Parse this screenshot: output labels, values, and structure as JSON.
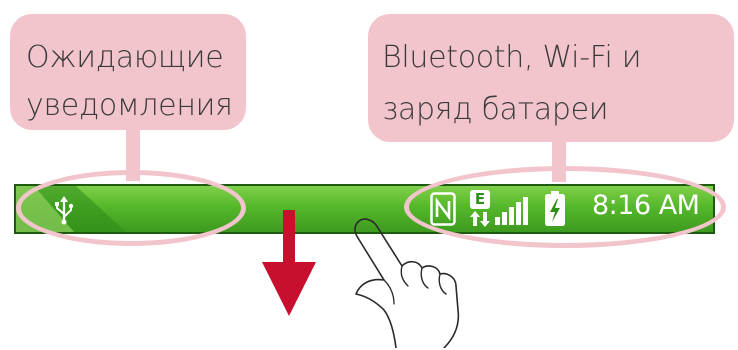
{
  "callouts": {
    "notifications": {
      "line1": "Ожидающие",
      "line2": "уведомления"
    },
    "status": {
      "line1": "Bluetooth, Wi-Fi и",
      "line2": "заряд батареи"
    }
  },
  "status_bar": {
    "time": "8:16 AM",
    "network_type": "E",
    "icons": [
      "usb-icon",
      "nfc-icon",
      "mobile-data-icon",
      "signal-strength-icon",
      "battery-charging-icon"
    ]
  },
  "colors": {
    "callout": "#f2c4cc",
    "status_bar": "#55b82a",
    "arrow": "#c8102e",
    "text": "#3a3a3a"
  },
  "gestures": [
    "swipe-down-arrow",
    "hand-pointer"
  ]
}
